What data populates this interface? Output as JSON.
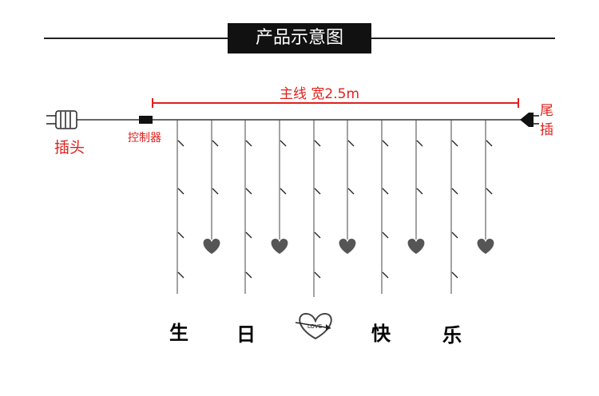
{
  "title": "产品示意图",
  "main_line_label": "主线  宽2.5m",
  "plug_label": "插头",
  "controller_label": "控制器",
  "tail_plug_label": "尾插",
  "bottom_chars": [
    "生",
    "日",
    "快",
    "乐"
  ],
  "love_badge": "LOVE",
  "colors": {
    "accent_red": "#e0211d",
    "wire": "#444444",
    "heart": "#555555"
  }
}
